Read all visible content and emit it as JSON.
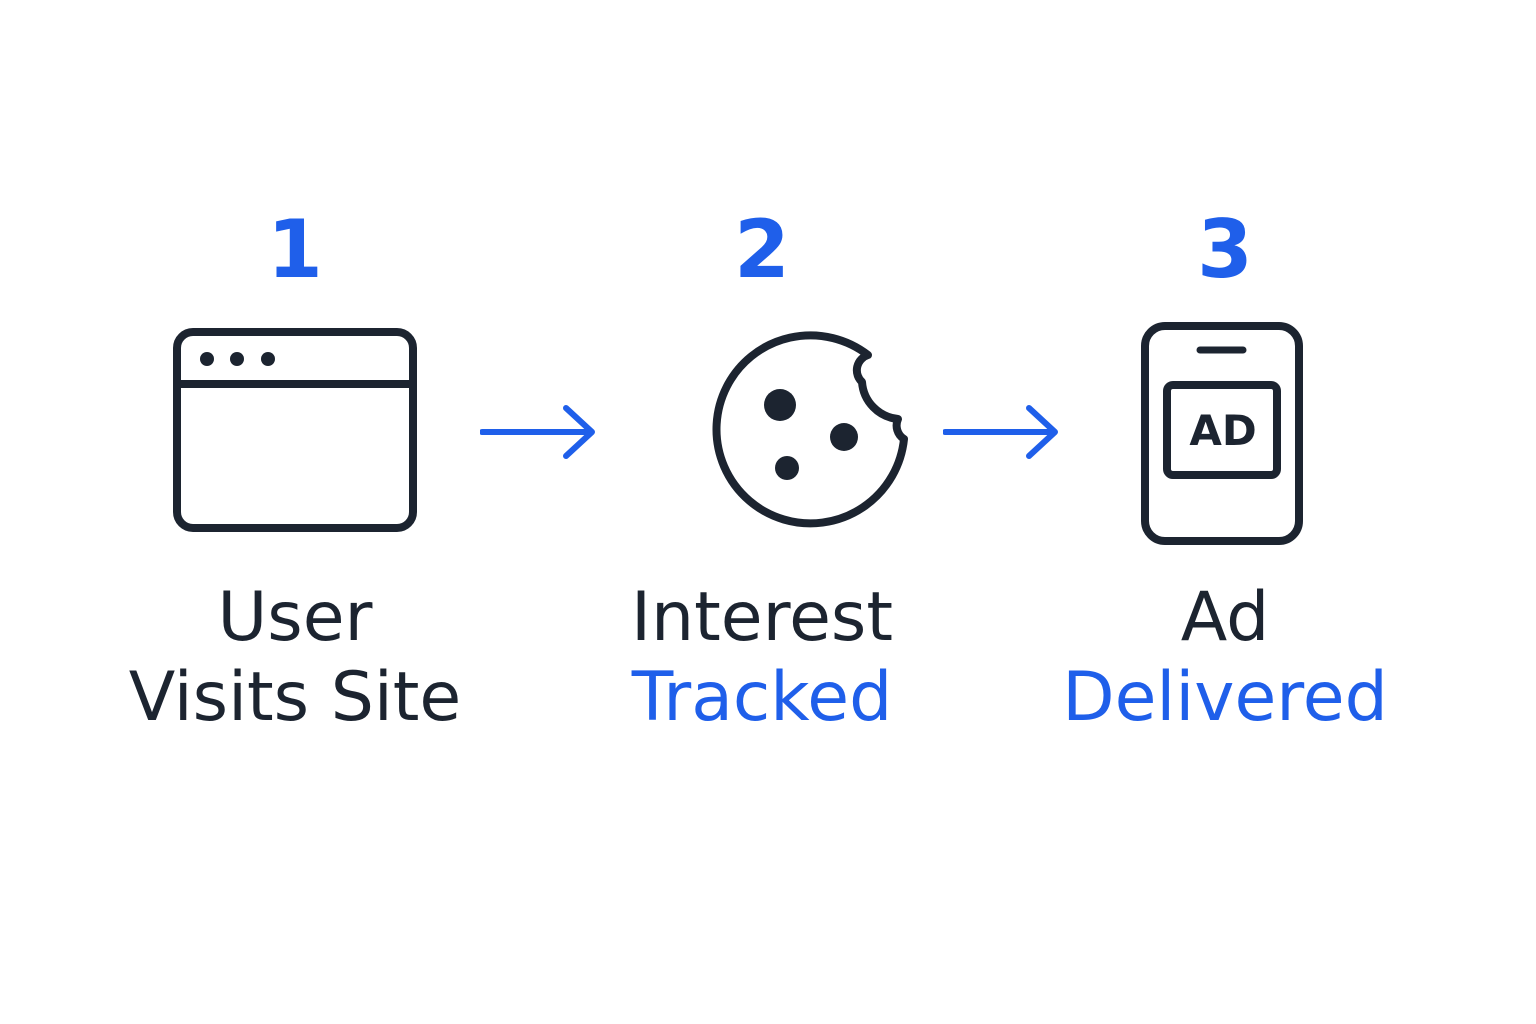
{
  "colors": {
    "accent": "#1f5fea",
    "ink": "#1c2430",
    "background": "#ffffff"
  },
  "steps": [
    {
      "number": "1",
      "icon": "browser-window-icon",
      "label_line1": "User",
      "label_line2": "Visits Site"
    },
    {
      "number": "2",
      "icon": "cookie-icon",
      "label_line1": "Interest",
      "label_line2": "Tracked"
    },
    {
      "number": "3",
      "icon": "phone-ad-icon",
      "icon_text": "AD",
      "label_line1": "Ad",
      "label_line2": "Delivered"
    }
  ],
  "arrows": [
    {
      "icon": "arrow-right-icon"
    },
    {
      "icon": "arrow-right-icon"
    }
  ]
}
